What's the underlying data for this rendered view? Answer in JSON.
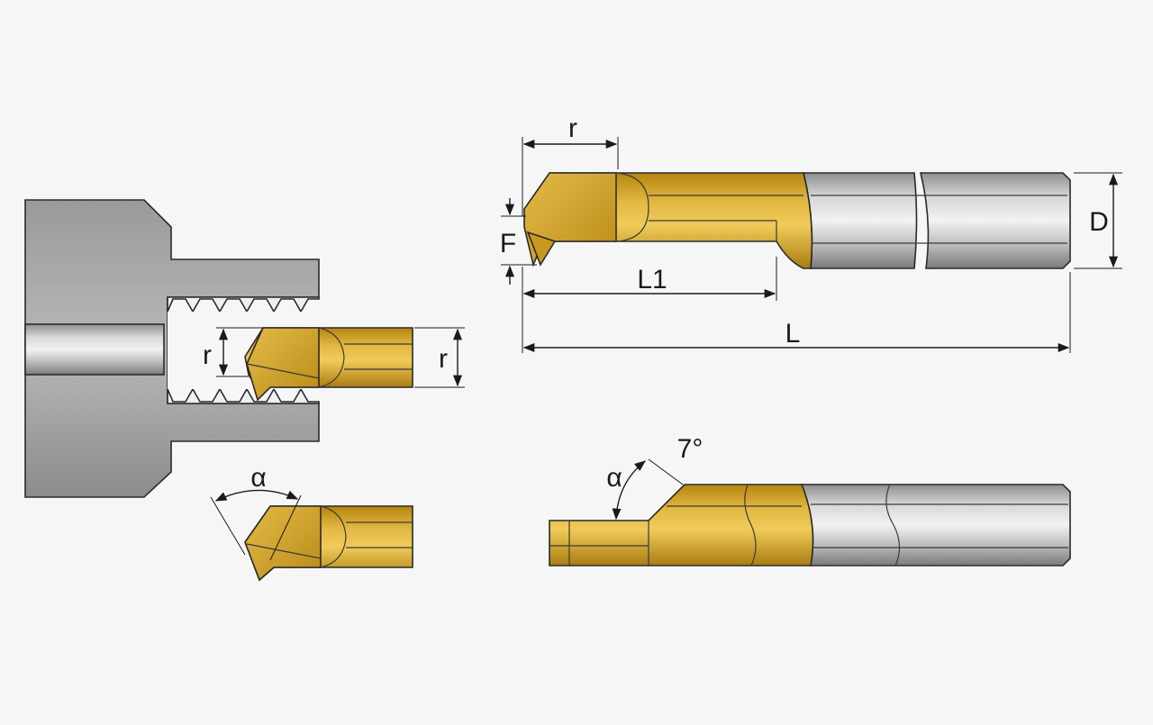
{
  "labels": {
    "r_top": "r",
    "F": "F",
    "D": "D",
    "L1": "L1",
    "L": "L",
    "r_left_inner": "r",
    "r_left_outer": "r",
    "alpha_left": "α",
    "alpha_right": "α",
    "angle_7": "7°"
  },
  "colors": {
    "gold": "#d3a62c",
    "gold_dark": "#a77b12",
    "steel": "#b9b9b9",
    "steel_dark": "#7e7e7e",
    "background": "#f6f6f6"
  }
}
